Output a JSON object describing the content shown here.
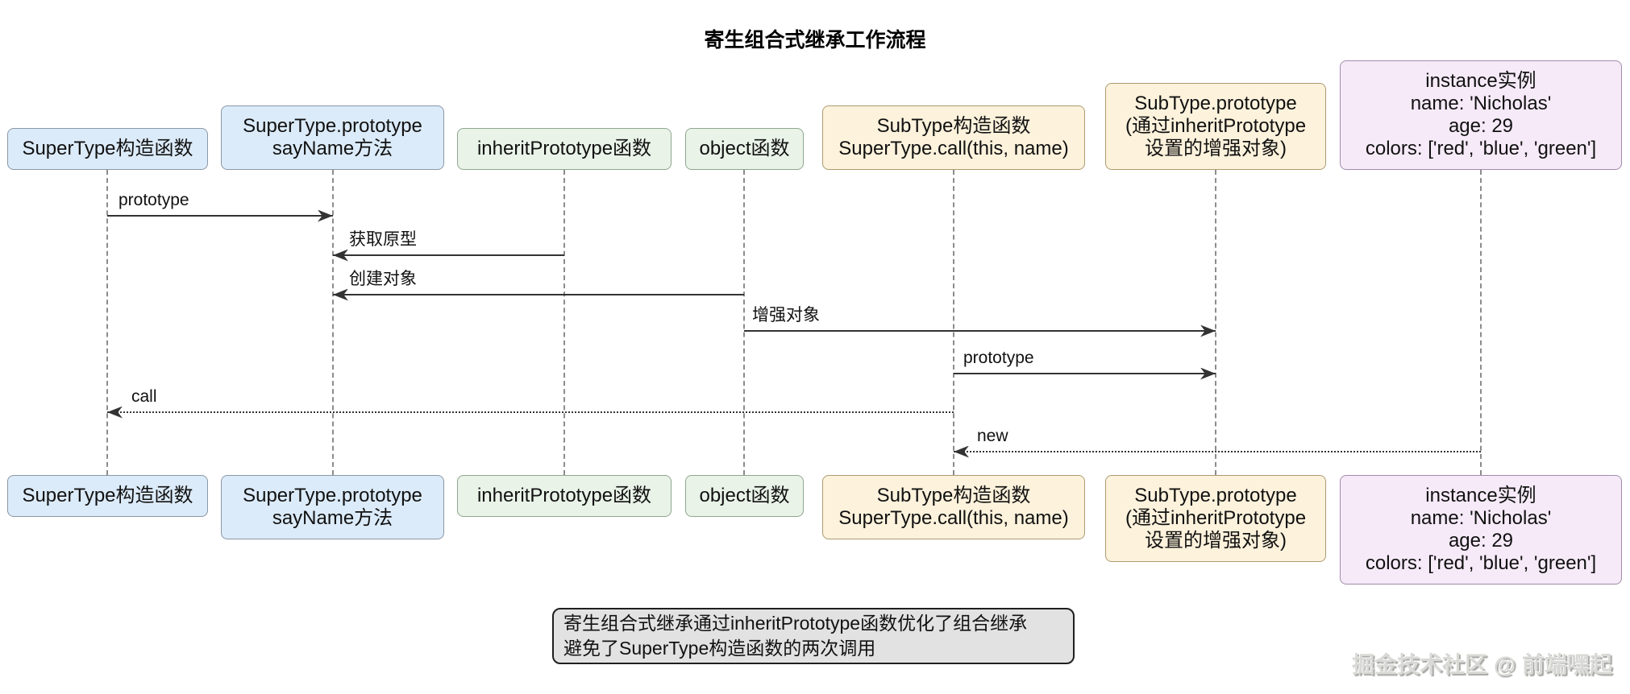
{
  "title": "寄生组合式继承工作流程",
  "participants": [
    {
      "color": "blue",
      "lines": [
        "SuperType构造函数"
      ]
    },
    {
      "color": "blue",
      "lines": [
        "SuperType.prototype",
        "sayName方法"
      ]
    },
    {
      "color": "green",
      "lines": [
        "inheritPrototype函数"
      ]
    },
    {
      "color": "green",
      "lines": [
        "object函数"
      ]
    },
    {
      "color": "orange",
      "lines": [
        "SubType构造函数",
        "SuperType.call(this, name)"
      ]
    },
    {
      "color": "orange",
      "lines": [
        "SubType.prototype",
        "(通过inheritPrototype",
        "设置的增强对象)"
      ]
    },
    {
      "color": "purple",
      "lines": [
        "instance实例",
        "name: 'Nicholas'",
        "age: 29",
        "colors: ['red', 'blue', 'green']"
      ]
    }
  ],
  "arrows": [
    {
      "label": "prototype",
      "style": "solid"
    },
    {
      "label": "获取原型",
      "style": "solid"
    },
    {
      "label": "创建对象",
      "style": "solid"
    },
    {
      "label": "增强对象",
      "style": "solid"
    },
    {
      "label": "prototype",
      "style": "solid"
    },
    {
      "label": "call",
      "style": "dotted"
    },
    {
      "label": "new",
      "style": "dotted"
    }
  ],
  "note": {
    "lines": [
      "寄生组合式继承通过inheritPrototype函数优化了组合继承",
      "避免了SuperType构造函数的两次调用"
    ]
  },
  "watermark": "掘金技术社区 @ 前端嘿起",
  "colors": {
    "blue_fill": "#dcebf9",
    "blue_border": "#8a97a5",
    "green_fill": "#e9f3e8",
    "green_border": "#8fa68f",
    "orange_fill": "#fdf2dc",
    "orange_border": "#ab9b70",
    "purple_fill": "#f6eaf8",
    "purple_border": "#a18bab",
    "arrow": "#333333",
    "lifeline": "#8c8c8c",
    "note_fill": "#e2e2e2",
    "note_border": "#1f1f1f"
  }
}
